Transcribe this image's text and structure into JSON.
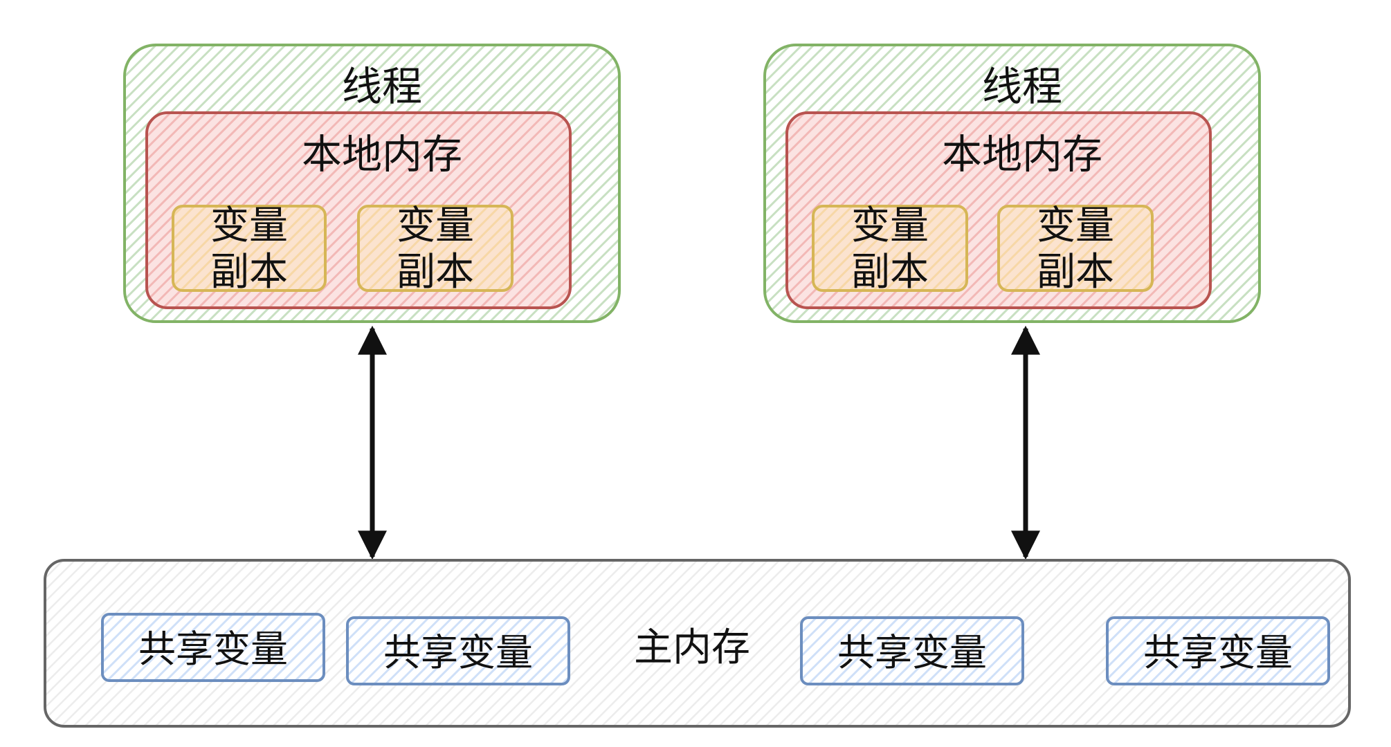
{
  "threads": [
    {
      "title": "线程",
      "local_memory": {
        "label": "本地内存",
        "copies": [
          {
            "line1": "变量",
            "line2": "副本"
          },
          {
            "line1": "变量",
            "line2": "副本"
          }
        ]
      }
    },
    {
      "title": "线程",
      "local_memory": {
        "label": "本地内存",
        "copies": [
          {
            "line1": "变量",
            "line2": "副本"
          },
          {
            "line1": "变量",
            "line2": "副本"
          }
        ]
      }
    }
  ],
  "main_memory": {
    "label": "主内存",
    "shared_variables": [
      "共享变量",
      "共享变量",
      "共享变量",
      "共享变量"
    ]
  },
  "colors": {
    "thread_stroke": "#82b366",
    "thread_fill": "#d5e8d4",
    "local_stroke": "#b85450",
    "local_fill": "#f8cecc",
    "copy_stroke": "#d6b656",
    "copy_fill": "#fff2cc",
    "main_stroke": "#666666",
    "main_fill": "#f5f5f5",
    "shared_stroke": "#6c8ebf",
    "shared_fill": "#dae8fc",
    "arrow": "#111111"
  }
}
